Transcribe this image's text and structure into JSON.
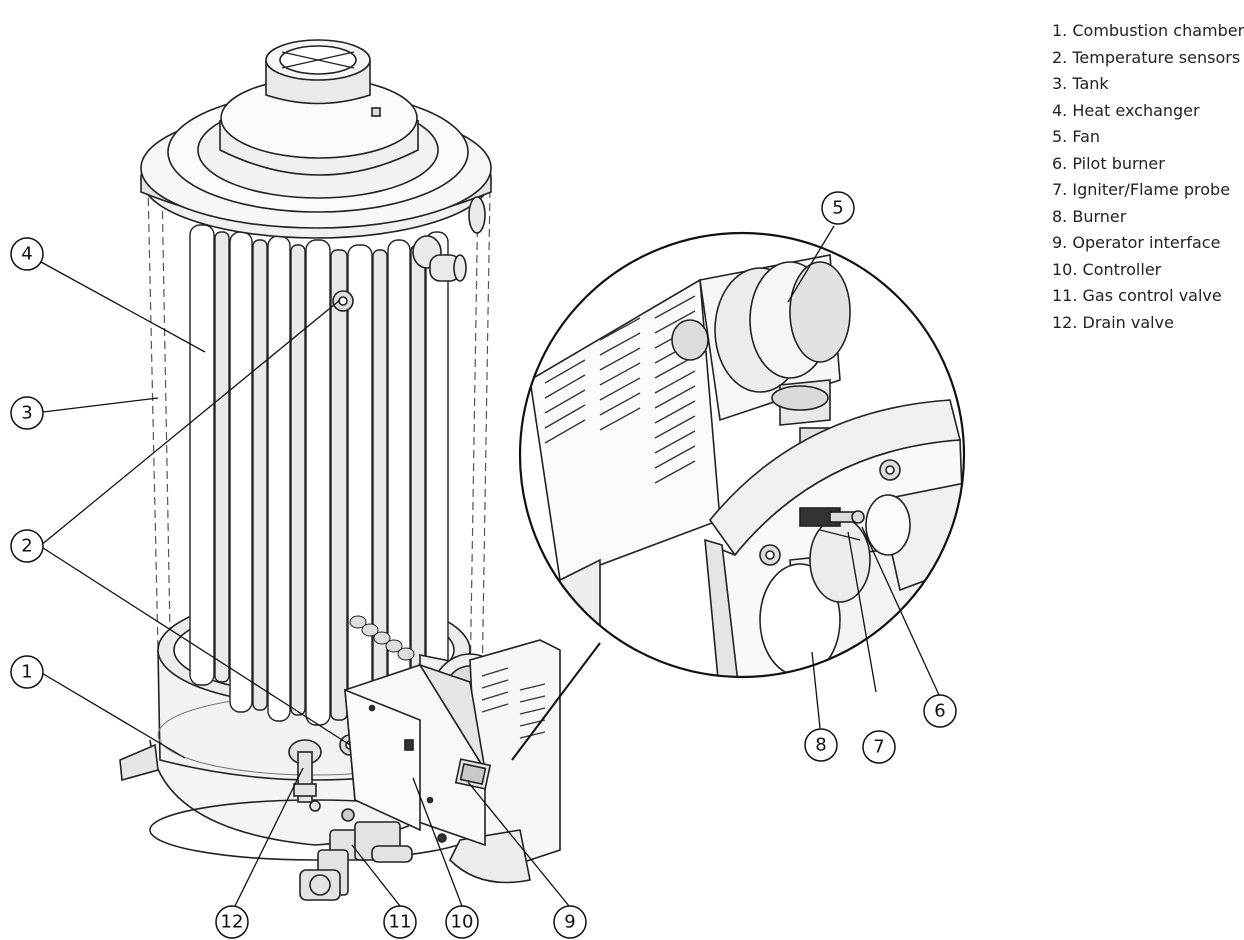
{
  "legend": [
    "1. Combustion chamber",
    "2. Temperature sensors",
    "3. Tank",
    "4. Heat exchanger",
    "5. Fan",
    "6. Pilot burner",
    "7. Igniter/Flame probe",
    "8. Burner",
    "9. Operator interface",
    "10. Controller",
    "11. Gas control valve",
    "12. Drain valve"
  ],
  "callouts": [
    "1",
    "2",
    "2",
    "3",
    "4",
    "5",
    "6",
    "7",
    "8",
    "9",
    "10",
    "11",
    "12"
  ]
}
